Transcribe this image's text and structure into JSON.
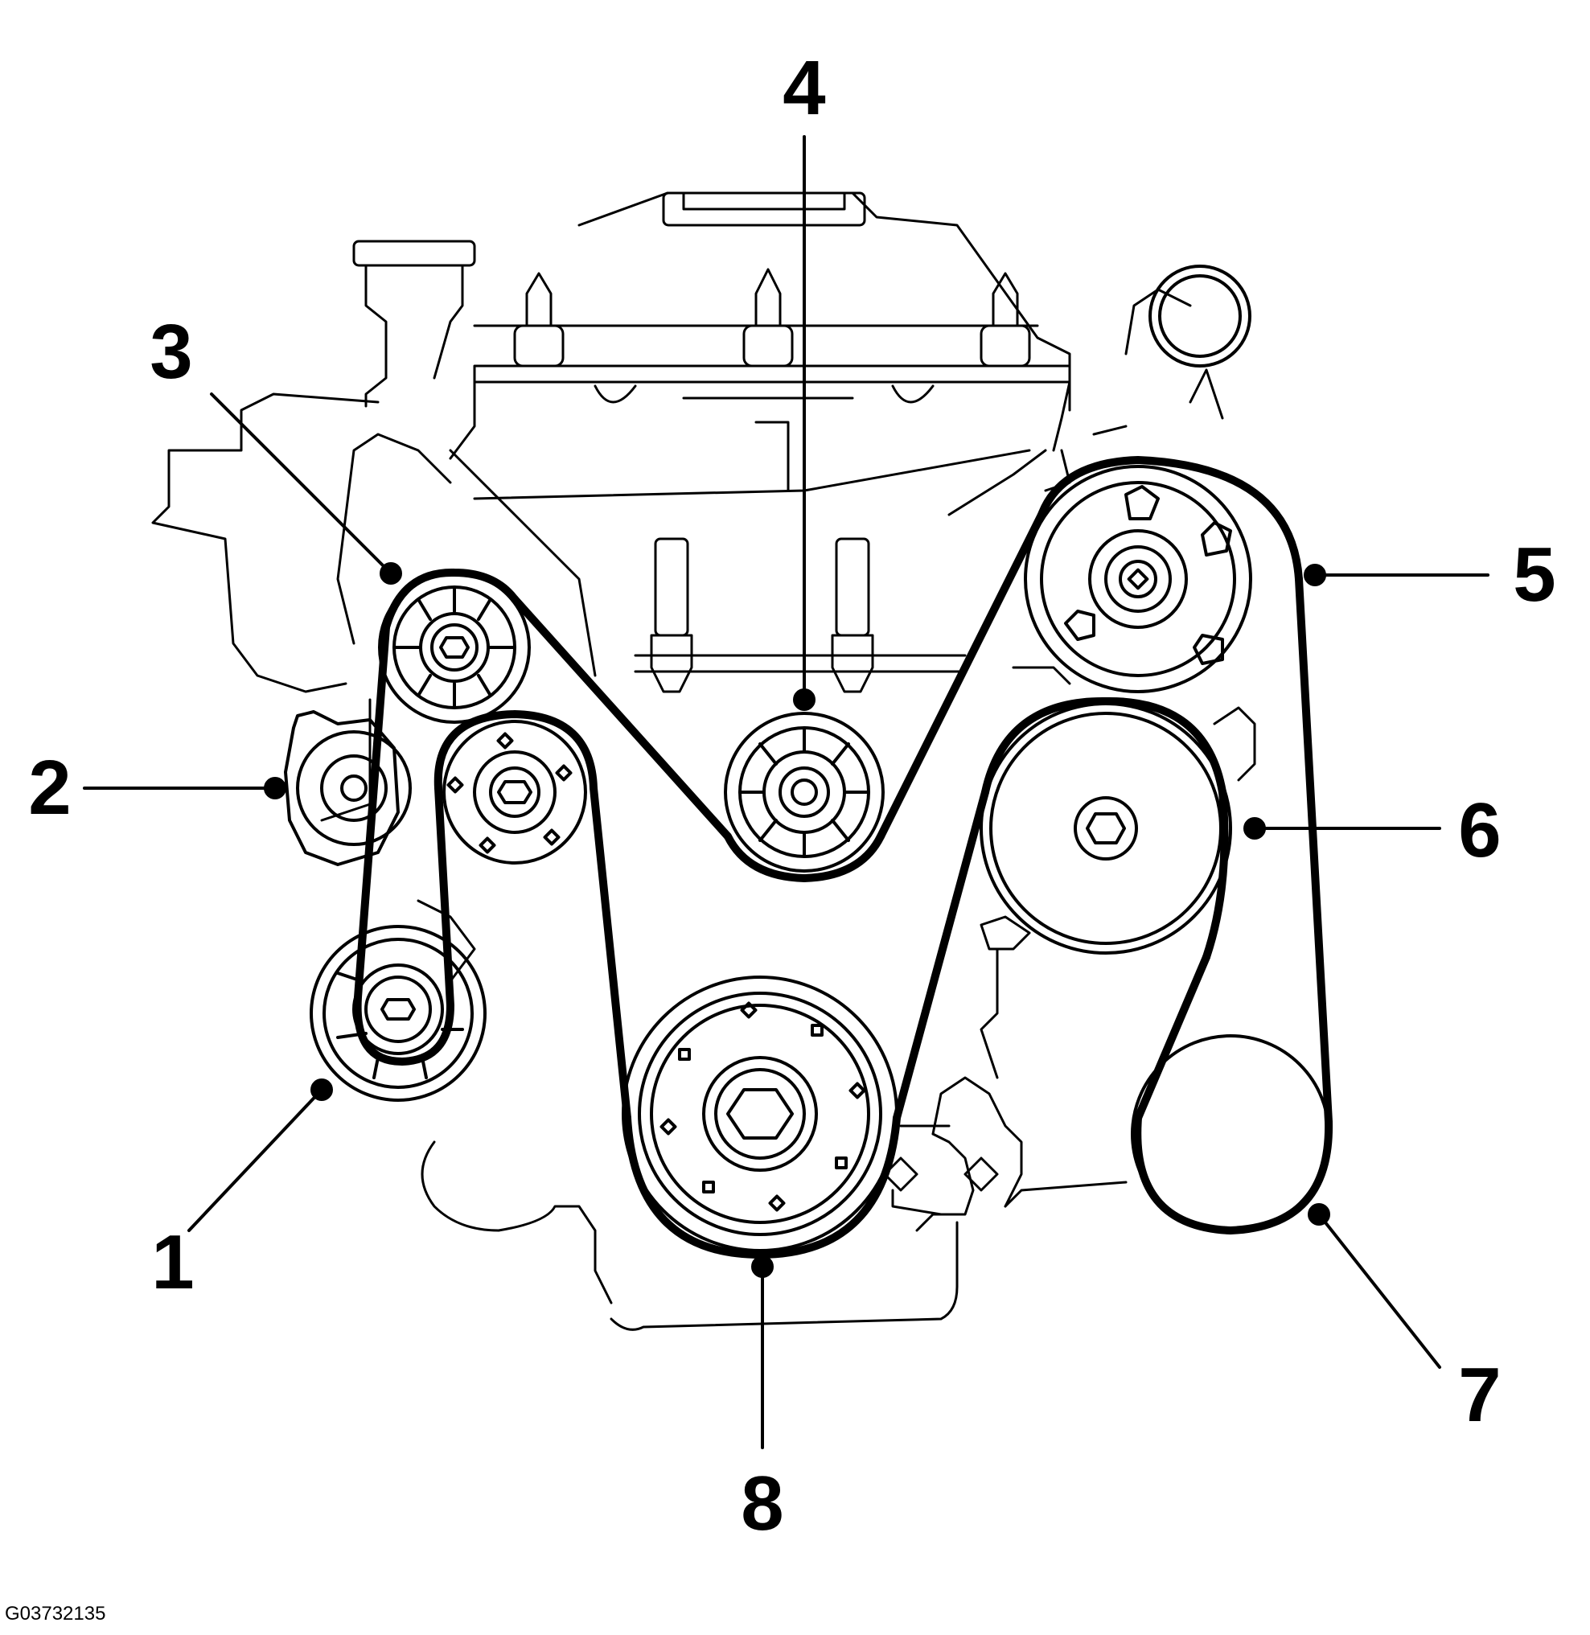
{
  "figure_id": "G03732135",
  "callouts": [
    {
      "number": "1"
    },
    {
      "number": "2"
    },
    {
      "number": "3"
    },
    {
      "number": "4"
    },
    {
      "number": "5"
    },
    {
      "number": "6"
    },
    {
      "number": "7"
    },
    {
      "number": "8"
    }
  ],
  "colors": {
    "line": "#000000",
    "background": "#ffffff"
  }
}
